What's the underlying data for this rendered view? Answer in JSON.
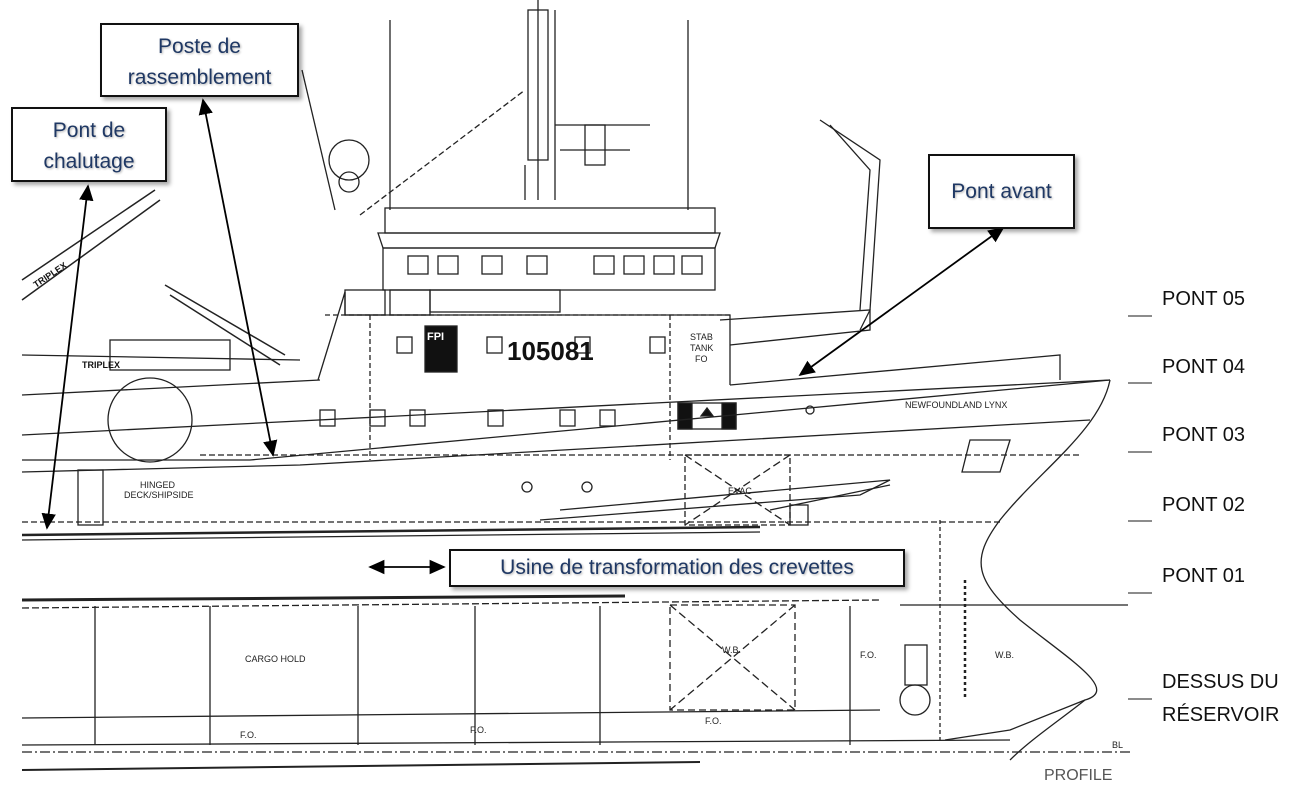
{
  "callouts": {
    "muster": [
      "Poste de",
      "rassemblement"
    ],
    "trawl": [
      "Pont de",
      "chalutage"
    ],
    "foredeck": "Pont avant",
    "plant": "Usine de transformation des crevettes"
  },
  "decks": [
    "PONT 05",
    "PONT 04",
    "PONT 03",
    "PONT 02",
    "PONT 01"
  ],
  "tank_top": [
    "DESSUS DU",
    "RÉSERVOIR"
  ],
  "drawing": {
    "vessel_name": "NEWFOUNDLAND LYNX",
    "hull_number": "105081",
    "logo": "FPI",
    "stab_tank": [
      "STAB",
      "TANK",
      "FO"
    ],
    "hinged": [
      "HINGED",
      "DECK/SHIPSIDE"
    ],
    "evac": "EVAC",
    "cargo_hold": "CARGO HOLD",
    "wb": "W.B.",
    "fo": "F.O.",
    "bl": "BL",
    "profile": "PROFILE",
    "crane_brand": "TRIPLEX"
  }
}
